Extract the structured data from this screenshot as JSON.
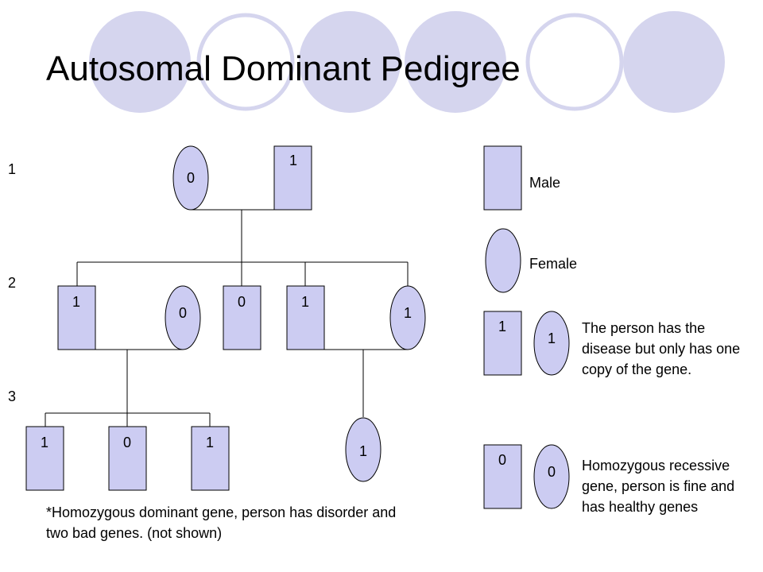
{
  "title": "Autosomal Dominant Pedigree",
  "colors": {
    "shape_fill": "#ccccf2",
    "deco_circle": "#d5d5ee",
    "stroke": "#000000"
  },
  "generations": [
    "1",
    "2",
    "3"
  ],
  "individuals": {
    "g1_female": "0",
    "g1_male": "1",
    "g2_male_a": "1",
    "g2_spouse_female": "0",
    "g2_male_b": "0",
    "g2_male_c": "1",
    "g2_female_d": "1",
    "g3_male_a": "1",
    "g3_male_b": "0",
    "g3_male_c": "1",
    "g3_female_d": "1"
  },
  "legend": {
    "male_label": "Male",
    "female_label": "Female",
    "carrier_male_value": "1",
    "carrier_female_value": "1",
    "carrier_description": "The person has the disease but only has one copy of the gene.",
    "normal_male_value": "0",
    "normal_female_value": "0",
    "normal_description": "Homozygous recessive gene, person is fine and has healthy genes"
  },
  "footnote": "*Homozygous dominant gene, person has disorder and two bad genes. (not shown)"
}
